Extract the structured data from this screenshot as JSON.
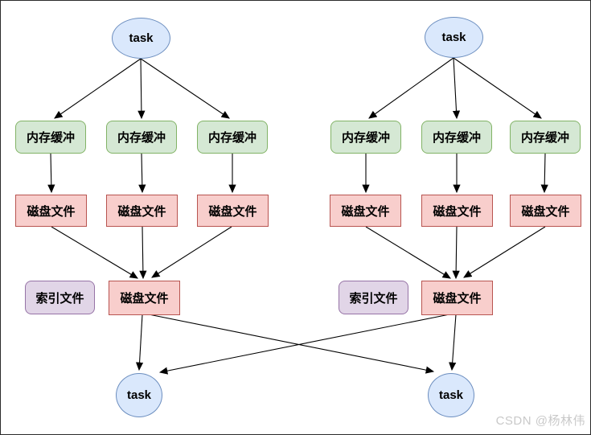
{
  "diagram": {
    "left": {
      "task_top": "task",
      "buffers": [
        "内存缓冲",
        "内存缓冲",
        "内存缓冲"
      ],
      "disk_files": [
        "磁盘文件",
        "磁盘文件",
        "磁盘文件"
      ],
      "index_file": "索引文件",
      "merged_disk_file": "磁盘文件",
      "task_bottom": "task"
    },
    "right": {
      "task_top": "task",
      "buffers": [
        "内存缓冲",
        "内存缓冲",
        "内存缓冲"
      ],
      "disk_files": [
        "磁盘文件",
        "磁盘文件",
        "磁盘文件"
      ],
      "index_file": "索引文件",
      "merged_disk_file": "磁盘文件",
      "task_bottom": "task"
    },
    "colors": {
      "blue_fill": "#dae8fc",
      "blue_stroke": "#6c8ebf",
      "green_fill": "#d5e8d4",
      "green_stroke": "#82b366",
      "red_fill": "#f8cecc",
      "red_stroke": "#b85450",
      "purple_fill": "#e1d5e7",
      "purple_stroke": "#9673a6",
      "arrow": "#000000"
    }
  },
  "watermark": "CSDN @杨林伟"
}
